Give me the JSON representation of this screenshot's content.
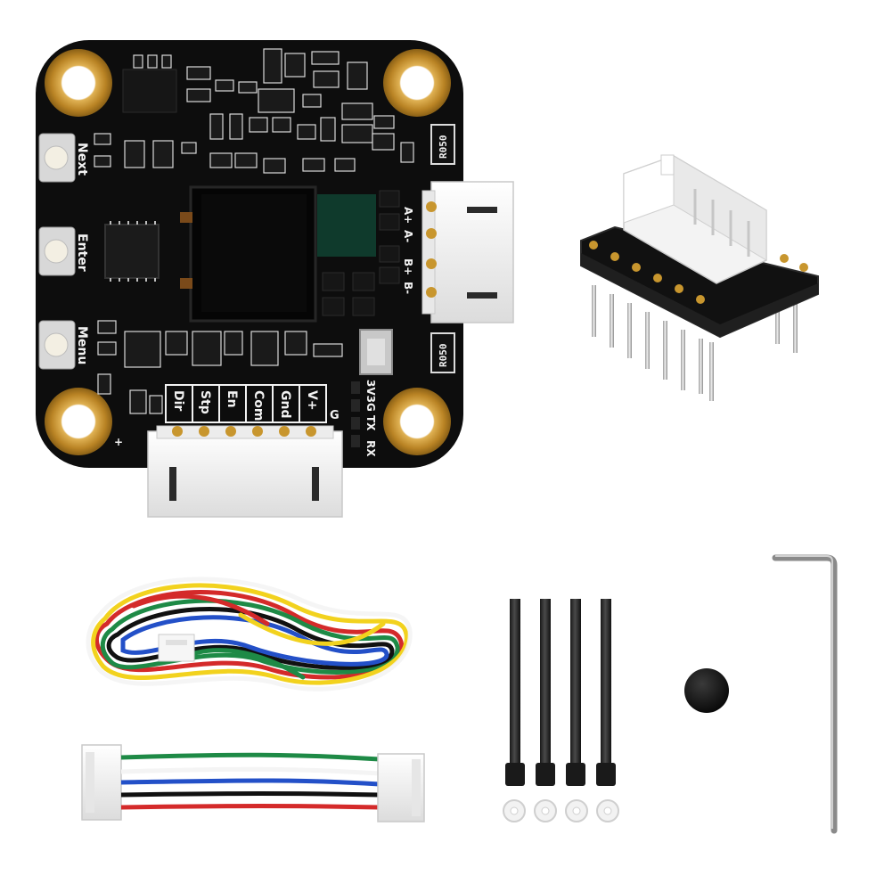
{
  "board": {
    "button_labels": [
      "Next",
      "Enter",
      "Menu"
    ],
    "pin_labels": [
      "Dir",
      "Stp",
      "En",
      "Com",
      "Gnd",
      "V+"
    ],
    "motor_labels": [
      "A+",
      "A-",
      "B+",
      "B-"
    ],
    "uart_labels": [
      "3V3",
      "G",
      "TX",
      "RX"
    ],
    "resistor_label": "R050",
    "marking_g": "G",
    "marking_plus": "+"
  },
  "colors": {
    "pcb": "#0d0d0d",
    "gold": "#c8962e",
    "connector": "#f0f0f0",
    "wire_red": "#d42a2a",
    "wire_green": "#1e8a46",
    "wire_blue": "#2350c8",
    "wire_black": "#111111",
    "wire_yellow": "#f2d21e",
    "wire_white": "#f4f4f4"
  }
}
